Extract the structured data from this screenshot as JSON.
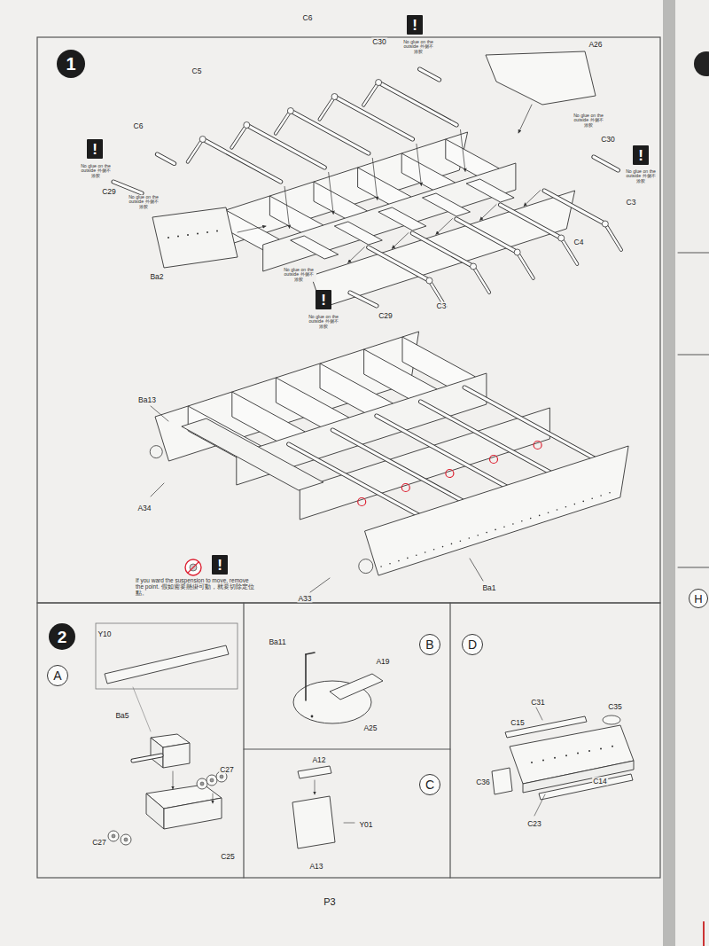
{
  "diagram": {
    "nodes": [
      {
        "text": [
          "1"
        ]
      },
      {
        "text": [
          "!"
        ]
      },
      {
        "text": [
          "!"
        ]
      },
      {
        "text": [
          "!"
        ]
      },
      {
        "text": [
          "!"
        ]
      },
      {
        "text": [
          "!"
        ]
      },
      {
        "text": [
          "2"
        ]
      },
      {
        "text": [
          "A"
        ]
      },
      {
        "text": [
          "B"
        ]
      },
      {
        "text": [
          "D"
        ]
      },
      {
        "text": [
          "C"
        ]
      },
      {
        "text": [
          "H"
        ]
      }
    ],
    "labels": [
      "C6",
      "No glue on the outside 外侧不涂胶",
      "C30",
      "A26",
      "C5",
      "No glue on the outside 外侧不涂胶",
      "C30",
      "C6",
      "No glue on the outside 外侧不涂胶",
      "No glue on the outside 外侧不涂胶",
      "C3",
      "C29",
      "No glue on the outside 外侧不涂胶",
      "C4",
      "Ba2",
      "No glue on the outside 外侧不涂胶",
      "C3",
      "No glue on the outside 外侧不涂胶",
      "C29",
      "Ba13",
      "A34",
      "If you ward the suspension to move, remove the point. 假如需要懸掛可動，就要切除定位點。",
      "A33",
      "Ba1",
      "Y10",
      "Ba5",
      "C27",
      "C27",
      "C25",
      "Ba11",
      "A19",
      "A25",
      "A12",
      "Y01",
      "A13",
      "C31",
      "C35",
      "C15",
      "C14",
      "C36",
      "C23",
      "P3"
    ]
  }
}
